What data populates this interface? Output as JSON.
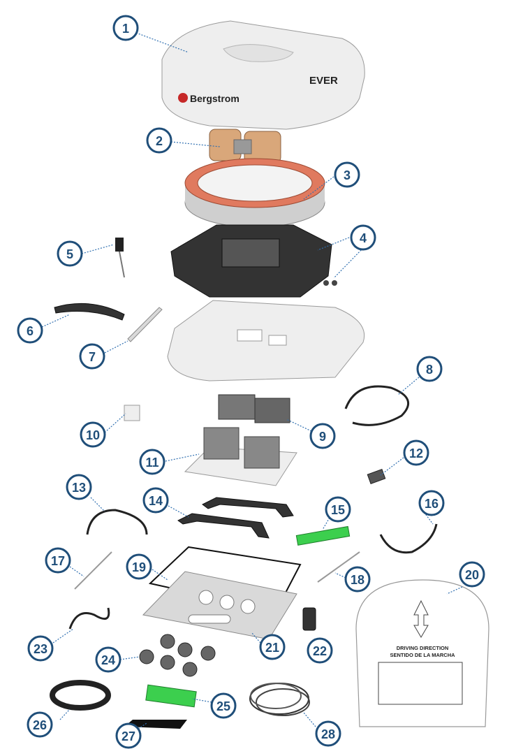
{
  "brand": {
    "logo_left": "Bergstrom",
    "logo_right": "EVER"
  },
  "label_sticker": {
    "title_line1": "DRIVING DIRECTION",
    "title_line2": "SENTIDO DE LA MARCHA"
  },
  "callouts": [
    {
      "id": "1",
      "name": "callout-1"
    },
    {
      "id": "2",
      "name": "callout-2"
    },
    {
      "id": "3",
      "name": "callout-3"
    },
    {
      "id": "4",
      "name": "callout-4"
    },
    {
      "id": "5",
      "name": "callout-5"
    },
    {
      "id": "6",
      "name": "callout-6"
    },
    {
      "id": "7",
      "name": "callout-7"
    },
    {
      "id": "8",
      "name": "callout-8"
    },
    {
      "id": "9",
      "name": "callout-9"
    },
    {
      "id": "10",
      "name": "callout-10"
    },
    {
      "id": "11",
      "name": "callout-11"
    },
    {
      "id": "12",
      "name": "callout-12"
    },
    {
      "id": "13",
      "name": "callout-13"
    },
    {
      "id": "14",
      "name": "callout-14"
    },
    {
      "id": "15",
      "name": "callout-15"
    },
    {
      "id": "16",
      "name": "callout-16"
    },
    {
      "id": "17",
      "name": "callout-17"
    },
    {
      "id": "18",
      "name": "callout-18"
    },
    {
      "id": "19",
      "name": "callout-19"
    },
    {
      "id": "20",
      "name": "callout-20"
    },
    {
      "id": "21",
      "name": "callout-21"
    },
    {
      "id": "22",
      "name": "callout-22"
    },
    {
      "id": "23",
      "name": "callout-23"
    },
    {
      "id": "24",
      "name": "callout-24"
    },
    {
      "id": "25",
      "name": "callout-25"
    },
    {
      "id": "26",
      "name": "callout-26"
    },
    {
      "id": "27",
      "name": "callout-27"
    },
    {
      "id": "28",
      "name": "callout-28"
    }
  ],
  "colors": {
    "callout_ring": "#1f4e79",
    "leader": "#2f6fb0",
    "gasket_ring": "#e07a5f",
    "pcb": "#3ccf4e"
  }
}
